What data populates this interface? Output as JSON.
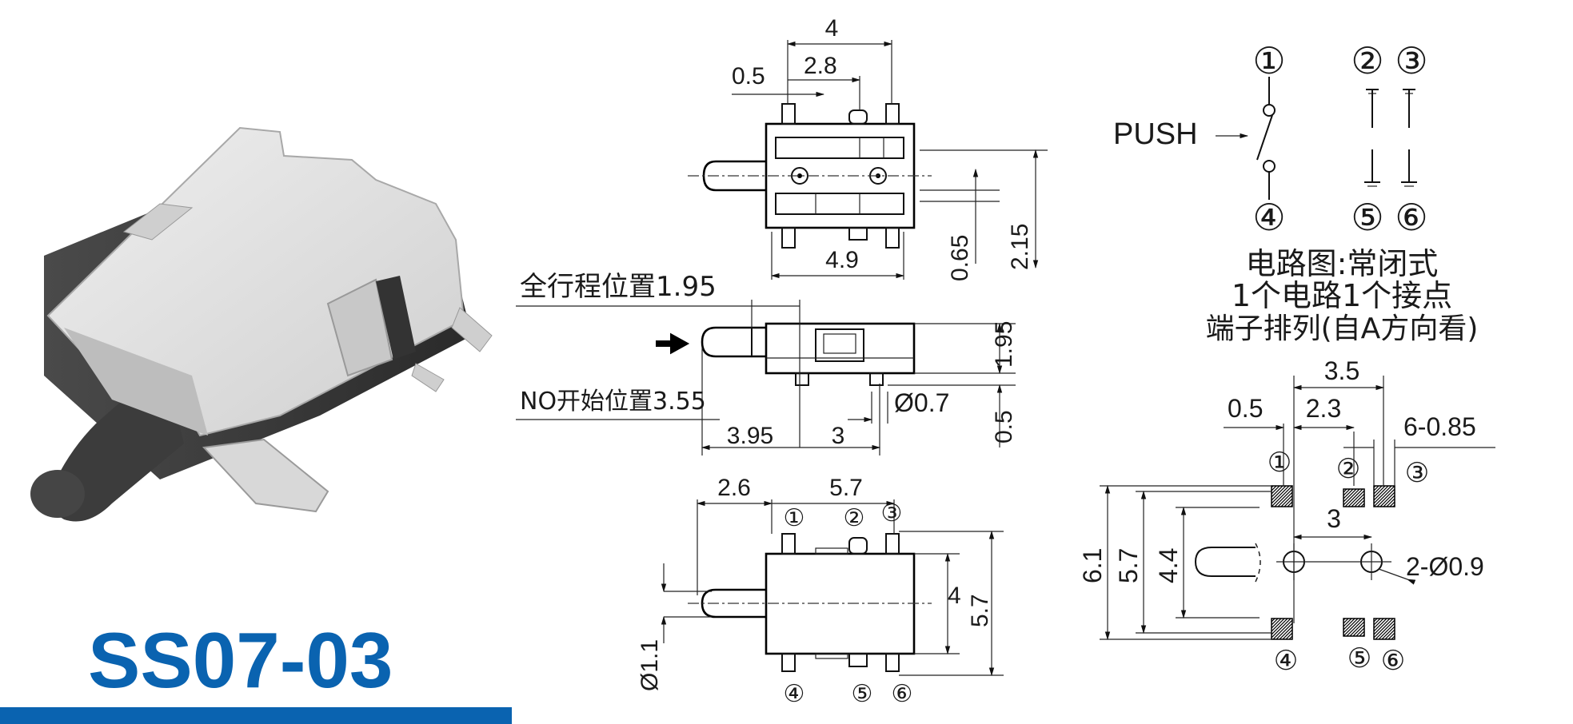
{
  "model": "SS07-03",
  "colors": {
    "accent": "#0a63b0",
    "ink": "#1a1a1a",
    "body_metal": "#dcdcdc",
    "body_plastic": "#3a3a3a"
  },
  "top_view": {
    "dims": [
      "4",
      "0.5",
      "2.8",
      "4.9",
      "0.65",
      "2.15"
    ]
  },
  "side_view": {
    "full_travel_label": "全行程位置1.95",
    "no_start_label": "NO开始位置3.55",
    "dims": [
      "1.95",
      "Ø0.7",
      "0.5",
      "3.95",
      "3"
    ]
  },
  "bottom_view": {
    "dims": [
      "2.6",
      "5.7",
      "4",
      "5.7",
      "Ø1.1"
    ],
    "pins": [
      "①",
      "②",
      "③",
      "④",
      "⑤",
      "⑥"
    ]
  },
  "circuit": {
    "pins": [
      "①",
      "②",
      "③",
      "④",
      "⑤",
      "⑥"
    ],
    "push_label": "PUSH",
    "caption_lines": [
      "电路图:常闭式",
      "1个电路1个接点",
      "端子排列(自A方向看)"
    ]
  },
  "pcb": {
    "dims": [
      "3.5",
      "0.5",
      "2.3",
      "6-0.85",
      "3",
      "2-Ø0.9",
      "6.1",
      "5.7",
      "4.4"
    ],
    "pins": [
      "①",
      "②",
      "③",
      "④",
      "⑤",
      "⑥"
    ]
  }
}
